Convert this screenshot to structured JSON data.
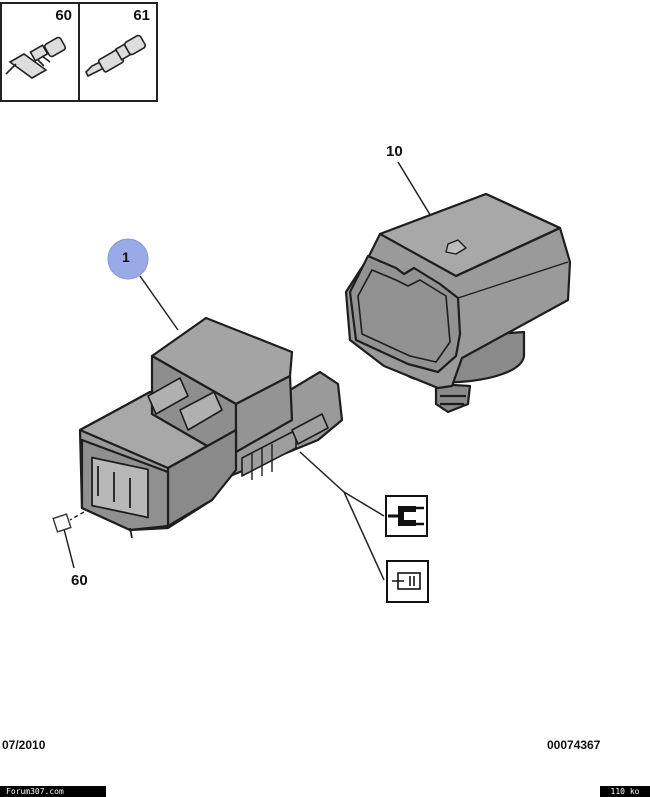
{
  "ref_boxes": [
    {
      "num": "60",
      "icon": "terminal-icon"
    },
    {
      "num": "61",
      "icon": "pin-icon"
    }
  ],
  "callouts": {
    "connector": "1",
    "sensor": "10",
    "seal": "60"
  },
  "symbols": [
    "plug-connector-icon",
    "pin-insertion-icon"
  ],
  "footer": {
    "date": "07/2010",
    "reference": "00074367",
    "watermark": "Forum307.com",
    "filesize": "110 ko"
  },
  "colors": {
    "part_fill": "#9a9a9a",
    "part_outline": "#1e1e1e",
    "highlight": "#9aa9e8"
  }
}
